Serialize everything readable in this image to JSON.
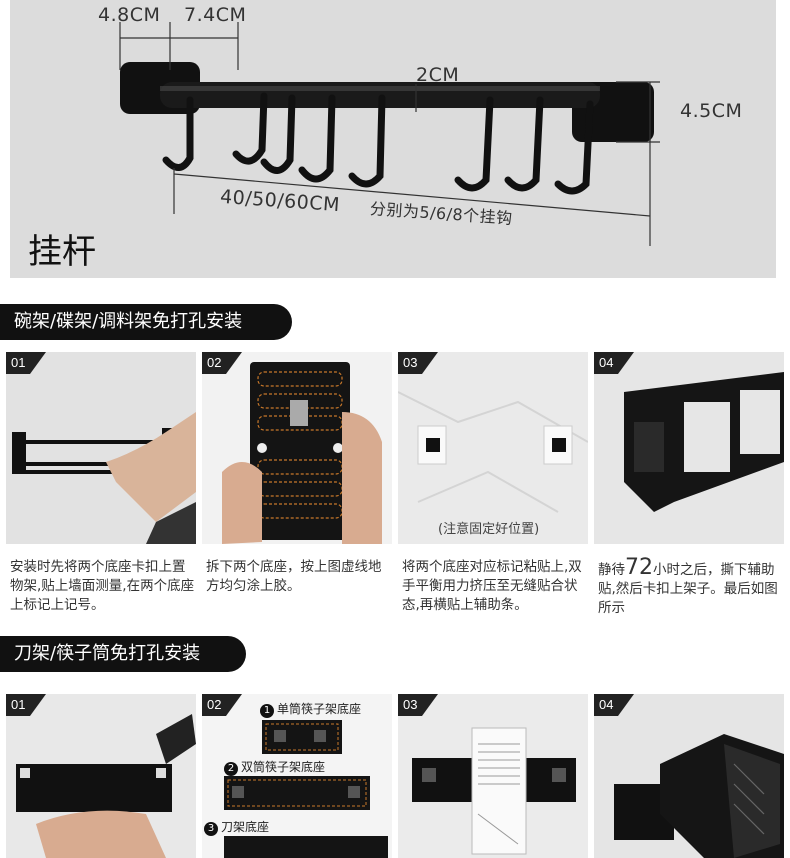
{
  "hero": {
    "dim_a": "4.8CM",
    "dim_b": "7.4CM",
    "dim_diameter": "2CM",
    "dim_height": "4.5CM",
    "dim_length": "40/50/60CM",
    "hooks_note": "分别为5/6/8个挂钩",
    "title": "挂杆"
  },
  "section1": {
    "title": "碗架/碟架/调料架免打孔安装",
    "steps": [
      {
        "num": "01",
        "desc": "安装时先将两个底座卡扣上置物架,贴上墙面测量,在两个底座上标记上记号。"
      },
      {
        "num": "02",
        "desc": "拆下两个底座，按上图虚线地方均匀涂上胶。"
      },
      {
        "num": "03",
        "caption": "(注意固定好位置)",
        "desc": "将两个底座对应标记粘贴上,双手平衡用力挤压至无缝贴合状态,再横贴上辅助条。"
      },
      {
        "num": "04",
        "desc_pre": "静待",
        "desc_big": "72",
        "desc_post": "小时之后，撕下辅助贴,然后卡扣上架子。最后如图所示"
      }
    ]
  },
  "section2": {
    "title": "刀架/筷子筒免打孔安装",
    "steps": [
      {
        "num": "01"
      },
      {
        "num": "02",
        "labels": [
          {
            "n": "1",
            "text": "单筒筷子架底座"
          },
          {
            "n": "2",
            "text": "双筒筷子架底座"
          },
          {
            "n": "3",
            "text": "刀架底座"
          }
        ]
      },
      {
        "num": "03"
      },
      {
        "num": "04"
      }
    ]
  }
}
